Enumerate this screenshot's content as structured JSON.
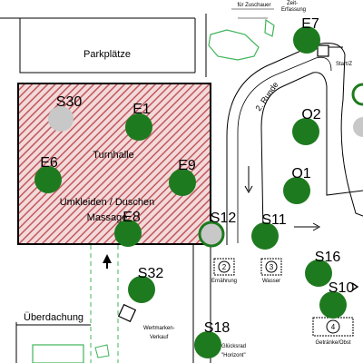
{
  "areas": {
    "parking": "Parkplätze",
    "gym": "Turnhalle",
    "locker_line1": "Umkleiden / Duschen",
    "locker_line2": "Massage",
    "canopy": "Überdachung",
    "spectators": "für Zuschauer",
    "timing_line1": "Zeit-",
    "timing_line2": "Erfassung",
    "start": "Start/Z",
    "round2": "2. Runde",
    "tokens_line1": "Wertmarken-",
    "tokens_line2": "Verkauf",
    "lucky_wheel_line1": "Glücksrad",
    "lucky_wheel_line2": "\"Horizont\""
  },
  "stations": [
    {
      "number": "2",
      "label": "Ernährung"
    },
    {
      "number": "3",
      "label": "Wasser"
    },
    {
      "number": "4",
      "label": "Getränke/Obst"
    }
  ],
  "markers": {
    "S30": "S30",
    "E1": "E1",
    "E6": "E6",
    "E9": "E9",
    "E8": "E8",
    "S12": "S12",
    "S11": "S11",
    "E7": "E7",
    "O2": "O2",
    "O1": "O1",
    "S16": "S16",
    "S10": "S10",
    "S32": "S32",
    "S18": "S18"
  },
  "colors": {
    "marker_green": "#1e7a1e",
    "marker_gray": "#c8c8c8",
    "building_red": "#c0585c",
    "grass_outline": "#3fb55a"
  }
}
